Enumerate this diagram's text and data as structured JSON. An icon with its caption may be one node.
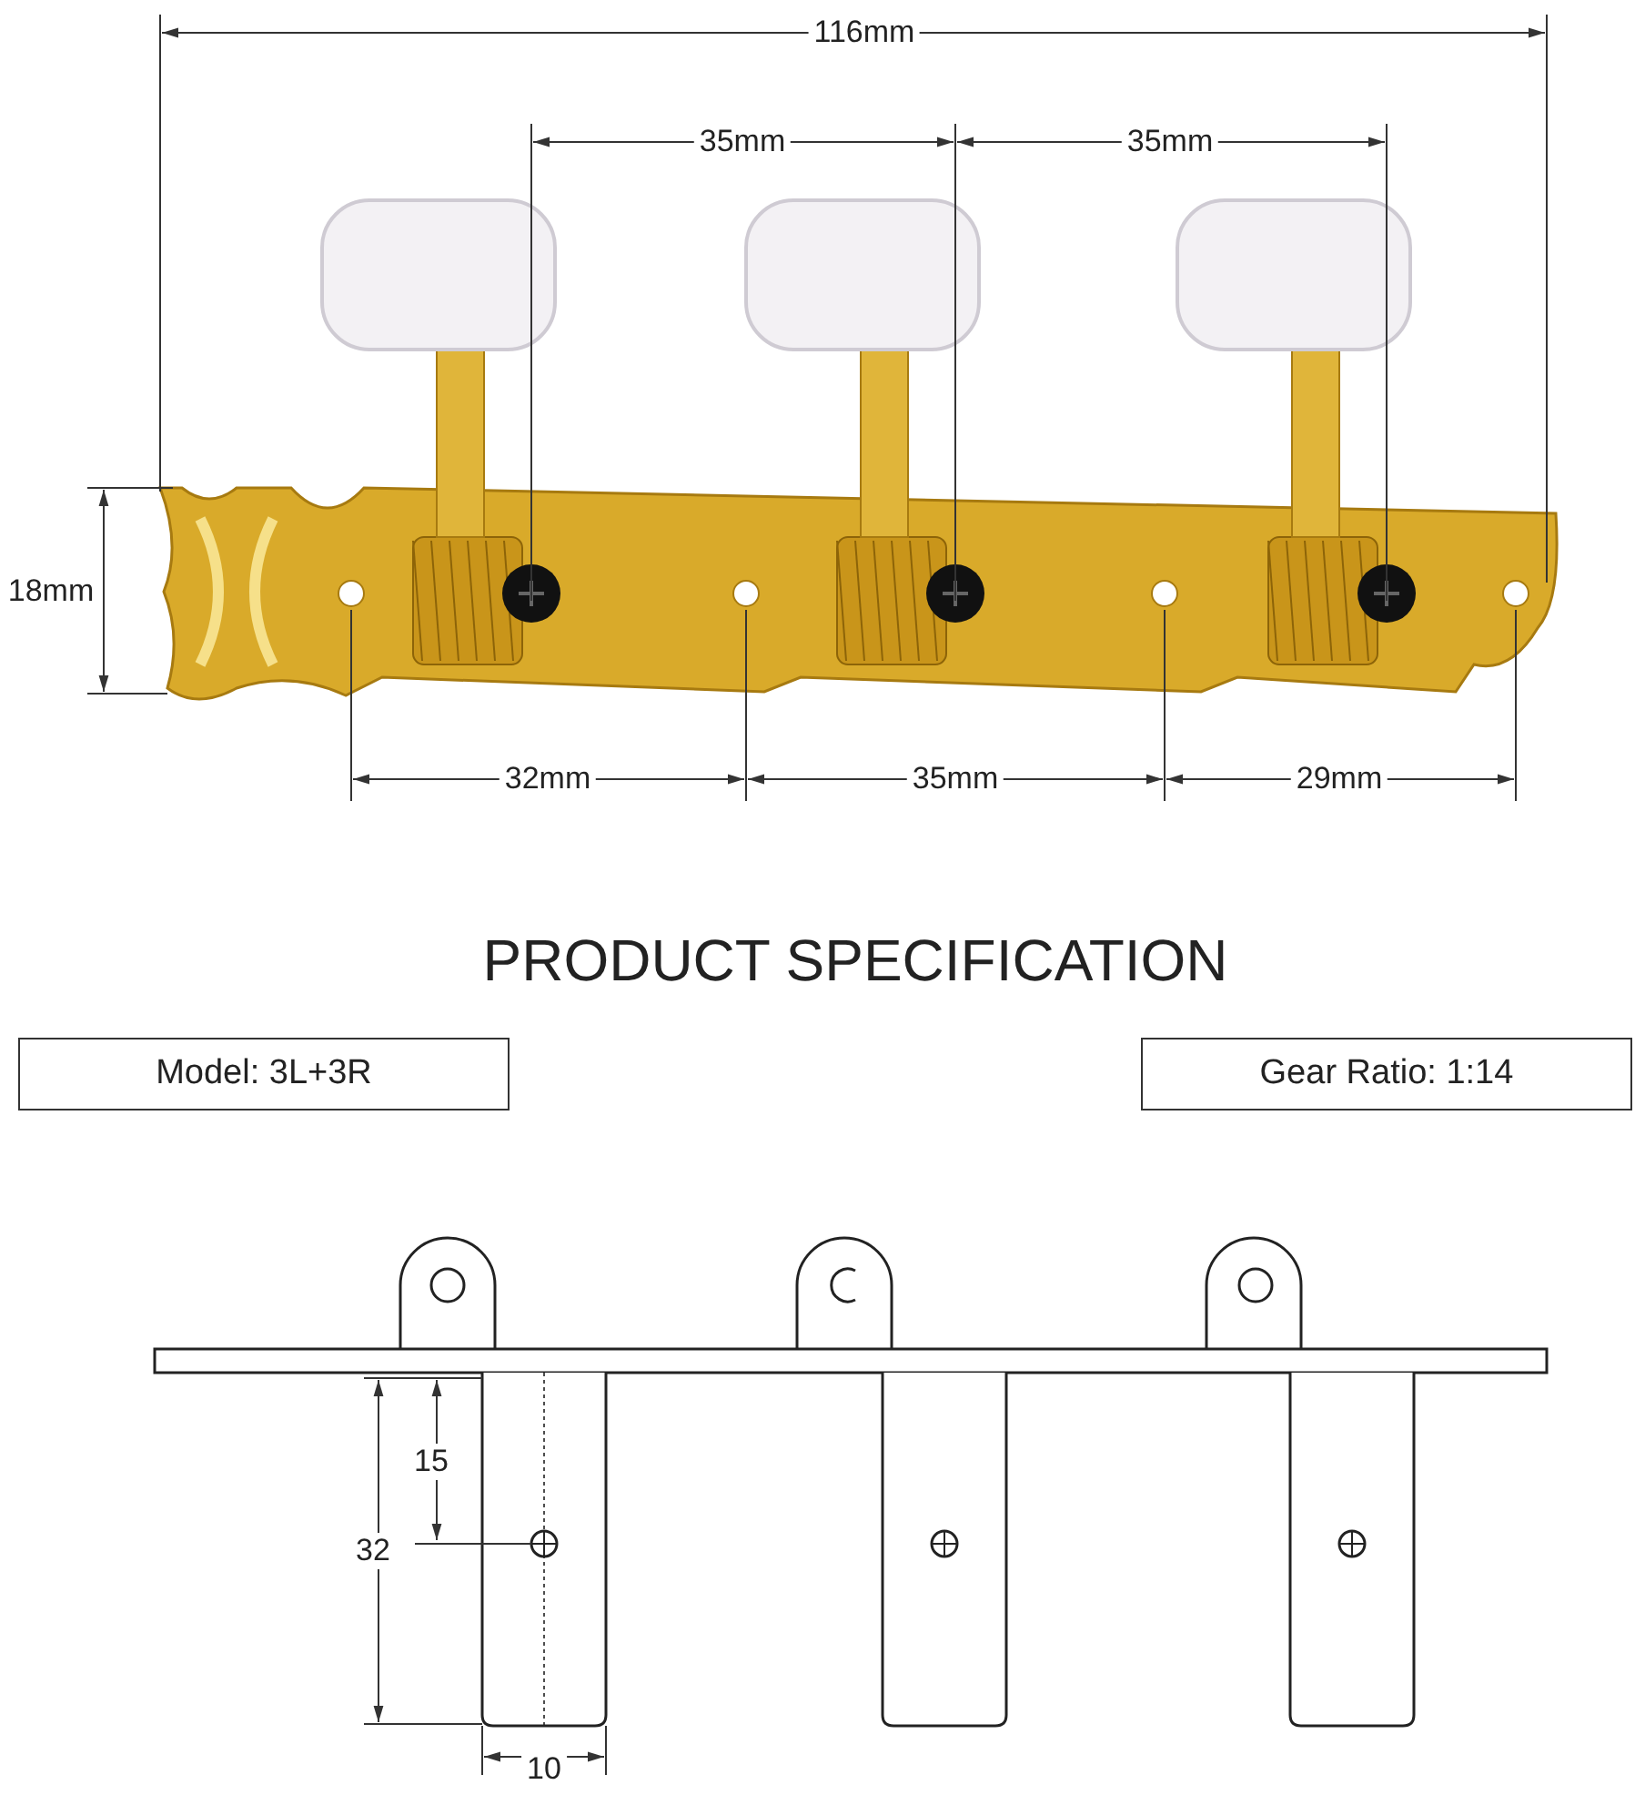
{
  "diagram": {
    "title": "PRODUCT SPECIFICATION",
    "nodes": [
      {
        "text": [
          "Model: 3L+3R"
        ]
      },
      {
        "text": [
          "Gear Ratio: 1:14"
        ]
      }
    ],
    "labels": [
      "116mm",
      "35mm",
      "35mm",
      "18mm",
      "32mm",
      "35mm",
      "29mm",
      "15",
      "32",
      "10"
    ]
  }
}
